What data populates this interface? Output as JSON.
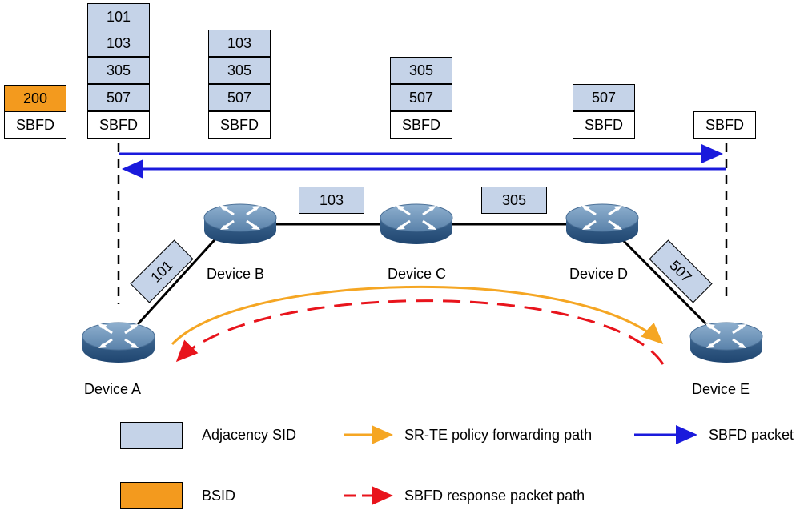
{
  "stacks": {
    "s200": {
      "bsid": "200",
      "sbfd": "SBFD"
    },
    "sA": {
      "sids": [
        "101",
        "103",
        "305",
        "507"
      ],
      "sbfd": "SBFD"
    },
    "sB": {
      "sids": [
        "103",
        "305",
        "507"
      ],
      "sbfd": "SBFD"
    },
    "sC": {
      "sids": [
        "305",
        "507"
      ],
      "sbfd": "SBFD"
    },
    "sD": {
      "sids": [
        "507"
      ],
      "sbfd": "SBFD"
    },
    "sE": {
      "sbfd": "SBFD"
    }
  },
  "links": {
    "ab": "101",
    "bc": "103",
    "cd": "305",
    "de": "507"
  },
  "devices": {
    "a": "Device A",
    "b": "Device B",
    "c": "Device C",
    "d": "Device D",
    "e": "Device E"
  },
  "legend": {
    "adjacency_sid": "Adjacency SID",
    "bsid": "BSID",
    "forwarding_path": "SR-TE policy forwarding path",
    "sbfd_packet": "SBFD packet",
    "response_path": "SBFD response packet path"
  },
  "colors": {
    "adjacency_sid": "#c5d3e8",
    "bsid": "#f39a1e",
    "forwarding_path": "#f5a623",
    "sbfd_packet": "#1a1adc",
    "response_path": "#e8141c"
  }
}
